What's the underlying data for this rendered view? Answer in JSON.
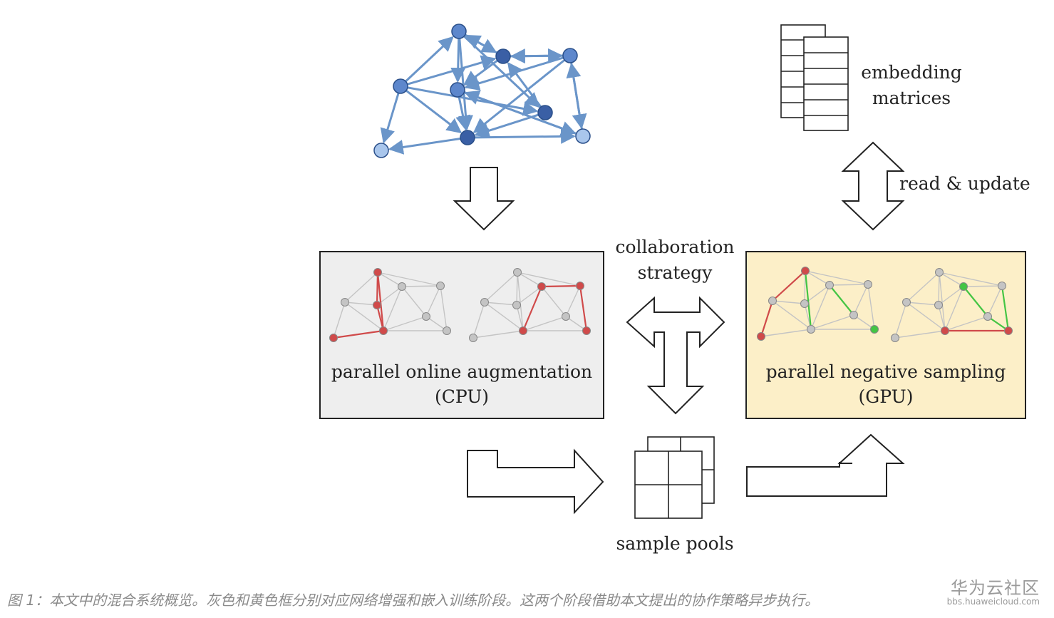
{
  "labels": {
    "embedding_line1": "embedding",
    "embedding_line2": "matrices",
    "read_update": "read & update",
    "collab_line1": "collaboration",
    "collab_line2": "strategy",
    "cpu_line1": "parallel online augmentation",
    "cpu_line2": "(CPU)",
    "gpu_line1": "parallel negative sampling",
    "gpu_line2": "(GPU)",
    "sample_pools": "sample pools"
  },
  "caption": "图 1：本文中的混合系统概览。灰色和黄色框分别对应网络增强和嵌入训练阶段。这两个阶段借助本文提出的协作策略异步执行。",
  "watermark": {
    "title": "华为云社区",
    "url": "bbs.huaweicloud.com"
  },
  "colors": {
    "graph_edge": "#6a95c9",
    "node_fill_dark": "#3a5fa5",
    "node_fill_mid": "#5d87cc",
    "node_fill_light": "#a9c6ec",
    "cpu_box_fill": "#eeeeee",
    "gpu_box_fill": "#fcefc8",
    "highlight_red": "#d04a4a",
    "highlight_green": "#44c544",
    "mini_gray": "#c4c4c4"
  },
  "graph": {
    "nodes": [
      {
        "id": "a",
        "shade": "mid"
      },
      {
        "id": "b",
        "shade": "dark"
      },
      {
        "id": "c",
        "shade": "mid"
      },
      {
        "id": "d",
        "shade": "mid"
      },
      {
        "id": "e",
        "shade": "dark"
      },
      {
        "id": "f",
        "shade": "mid"
      },
      {
        "id": "g",
        "shade": "dark"
      },
      {
        "id": "h",
        "shade": "light"
      },
      {
        "id": "i",
        "shade": "light"
      }
    ],
    "edges": [
      [
        "a",
        "b"
      ],
      [
        "b",
        "a"
      ],
      [
        "a",
        "c"
      ],
      [
        "b",
        "c"
      ],
      [
        "c",
        "g"
      ],
      [
        "a",
        "e"
      ],
      [
        "a",
        "g"
      ],
      [
        "d",
        "a"
      ],
      [
        "d",
        "e"
      ],
      [
        "d",
        "b"
      ],
      [
        "d",
        "g"
      ],
      [
        "d",
        "h"
      ],
      [
        "b",
        "f"
      ],
      [
        "e",
        "b"
      ],
      [
        "f",
        "g"
      ],
      [
        "f",
        "b"
      ],
      [
        "f",
        "c"
      ],
      [
        "i",
        "f"
      ],
      [
        "i",
        "c"
      ],
      [
        "c",
        "i"
      ],
      [
        "e",
        "g"
      ],
      [
        "g",
        "h"
      ],
      [
        "f",
        "i"
      ],
      [
        "g",
        "i"
      ]
    ]
  }
}
